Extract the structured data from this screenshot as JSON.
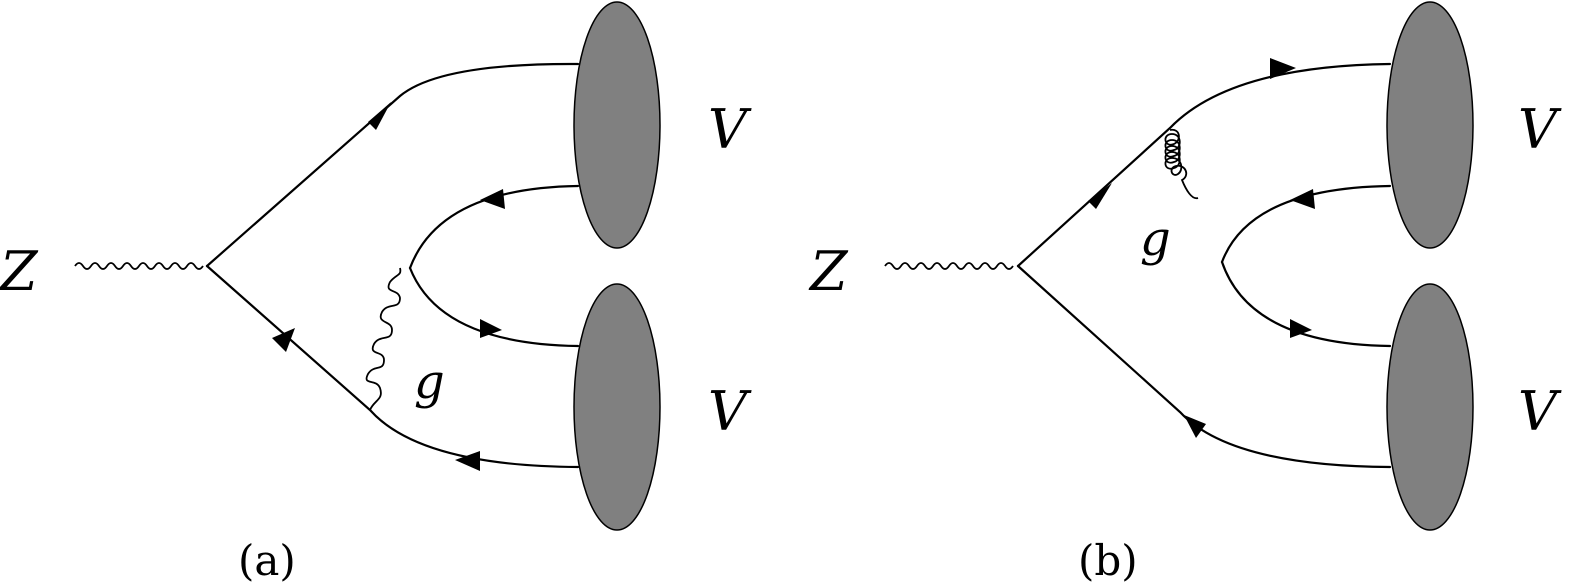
{
  "diagrams": [
    {
      "id": "a",
      "boson_label": "Z",
      "gluon_label": "g",
      "meson_labels": [
        "V",
        "V"
      ],
      "caption": "(a)"
    },
    {
      "id": "b",
      "boson_label": "Z",
      "gluon_label": "g",
      "meson_labels": [
        "V",
        "V"
      ],
      "caption": "(b)"
    }
  ],
  "colors": {
    "meson_blob": "#808080",
    "lines": "#000000",
    "background": "#ffffff"
  }
}
